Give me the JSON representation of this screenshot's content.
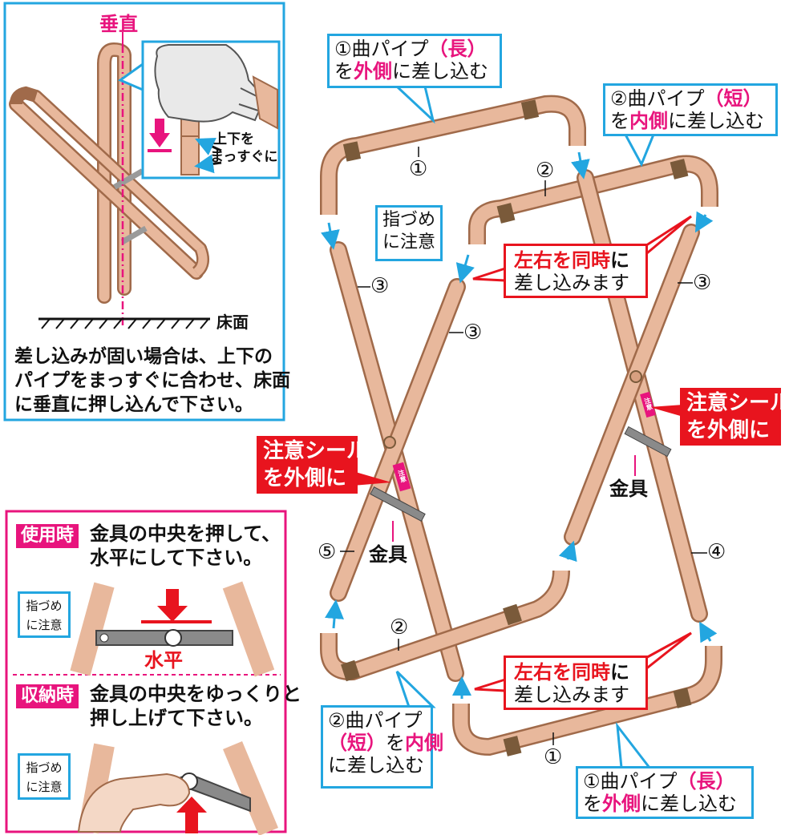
{
  "colors": {
    "pipe": "#e8b89c",
    "pipe_dark": "#a06a4a",
    "accent_cyan": "#23a6e0",
    "accent_magenta": "#e8147d",
    "accent_red": "#e8141e"
  },
  "left_top_panel": {
    "vertical_label": "垂直",
    "arrow_note_line1": "上下を",
    "arrow_note_line2": "まっすぐに",
    "floor_label": "床面",
    "instruction_line1": "差し込みが固い場合は、上下の",
    "instruction_line2": "パイプをまっすぐに合わせ、床面",
    "instruction_line3": "に垂直に押し込んで下さい。"
  },
  "left_bottom_panel": {
    "use_tag": "使用時",
    "use_line1": "金具の中央を押して、",
    "use_line2": "水平にして下さい。",
    "finger_note1_line1": "指づめ",
    "finger_note1_line2": "に注意",
    "horizontal_label": "水平",
    "store_tag": "収納時",
    "store_line1": "金具の中央をゆっくりと",
    "store_line2": "押し上げて下さい。",
    "finger_note2_line1": "指づめ",
    "finger_note2_line2": "に注意"
  },
  "main": {
    "callout_long_top": {
      "p1": "①曲パイプ",
      "p2": "（長）",
      "p3": "を",
      "p4": "外側",
      "p5": "に差し込む"
    },
    "callout_short_top": {
      "p1": "②曲パイプ",
      "p2": "（短）",
      "p3": "を",
      "p4": "内側",
      "p5": "に差し込む"
    },
    "finger_caution_line1": "指づめ",
    "finger_caution_line2": "に注意",
    "same_time_top": {
      "p1": "左右を同時",
      "p2": "に",
      "p3": "差し込みます"
    },
    "same_time_bottom": {
      "p1": "左右を同時",
      "p2": "に",
      "p3": "差し込みます"
    },
    "seal_right_line1": "注意シール",
    "seal_right_line2": "を外側に",
    "seal_left_line1": "注意シール",
    "seal_left_line2": "を外側に",
    "bracket_right": "金具",
    "bracket_left": "金具",
    "callout_short_bottom": {
      "p1": "②曲パイプ",
      "p2": "（短）",
      "p3": "を",
      "p4": "内側",
      "p5": "に差し込む"
    },
    "callout_long_bottom": {
      "p1": "①曲パイプ",
      "p2": "（長）",
      "p3": "を",
      "p4": "外側",
      "p5": "に差し込む"
    },
    "part_labels": {
      "n1_top": "①",
      "n2_top": "②",
      "n3_left": "③",
      "n3_center": "③",
      "n3_right": "③",
      "n4": "④",
      "n5": "⑤",
      "n2_bottom": "②",
      "n1_bottom": "①"
    },
    "seal_sticker_text": "注意"
  }
}
